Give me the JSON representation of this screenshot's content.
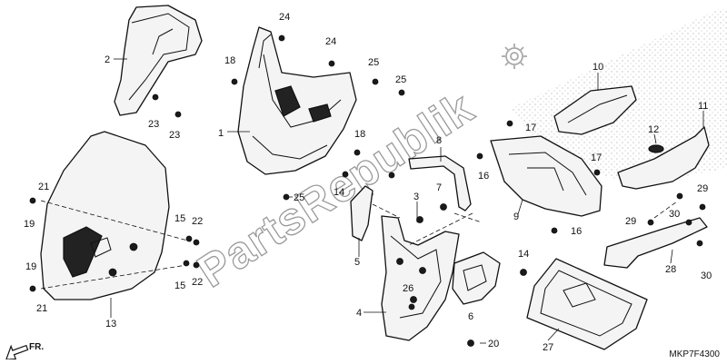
{
  "diagram": {
    "watermark_text": "PartsRepublik",
    "diagram_code": "MKP7F4300",
    "front_label": "FR.",
    "callouts": [
      {
        "id": "c1",
        "label": "1"
      },
      {
        "id": "c2",
        "label": "2"
      },
      {
        "id": "c3",
        "label": "3"
      },
      {
        "id": "c4",
        "label": "4"
      },
      {
        "id": "c5",
        "label": "5"
      },
      {
        "id": "c6",
        "label": "6"
      },
      {
        "id": "c7",
        "label": "7"
      },
      {
        "id": "c8",
        "label": "8"
      },
      {
        "id": "c9",
        "label": "9"
      },
      {
        "id": "c10",
        "label": "10"
      },
      {
        "id": "c11",
        "label": "11"
      },
      {
        "id": "c12",
        "label": "12"
      },
      {
        "id": "c13",
        "label": "13"
      },
      {
        "id": "c14a",
        "label": "14"
      },
      {
        "id": "c14b",
        "label": "14"
      },
      {
        "id": "c15a",
        "label": "15"
      },
      {
        "id": "c15b",
        "label": "15"
      },
      {
        "id": "c16a",
        "label": "16"
      },
      {
        "id": "c16b",
        "label": "16"
      },
      {
        "id": "c17a",
        "label": "17"
      },
      {
        "id": "c17b",
        "label": "17"
      },
      {
        "id": "c18a",
        "label": "18"
      },
      {
        "id": "c18b",
        "label": "18"
      },
      {
        "id": "c19a",
        "label": "19"
      },
      {
        "id": "c19b",
        "label": "19"
      },
      {
        "id": "c20",
        "label": "20"
      },
      {
        "id": "c21a",
        "label": "21"
      },
      {
        "id": "c21b",
        "label": "21"
      },
      {
        "id": "c22a",
        "label": "22"
      },
      {
        "id": "c22b",
        "label": "22"
      },
      {
        "id": "c23a",
        "label": "23"
      },
      {
        "id": "c23b",
        "label": "23"
      },
      {
        "id": "c24a",
        "label": "24"
      },
      {
        "id": "c24b",
        "label": "24"
      },
      {
        "id": "c25a",
        "label": "25"
      },
      {
        "id": "c25b",
        "label": "25"
      },
      {
        "id": "c25c",
        "label": "25"
      },
      {
        "id": "c26",
        "label": "26"
      },
      {
        "id": "c27",
        "label": "27"
      },
      {
        "id": "c28",
        "label": "28"
      },
      {
        "id": "c29a",
        "label": "29"
      },
      {
        "id": "c29b",
        "label": "29"
      },
      {
        "id": "c30a",
        "label": "30"
      },
      {
        "id": "c30b",
        "label": "30"
      }
    ]
  }
}
